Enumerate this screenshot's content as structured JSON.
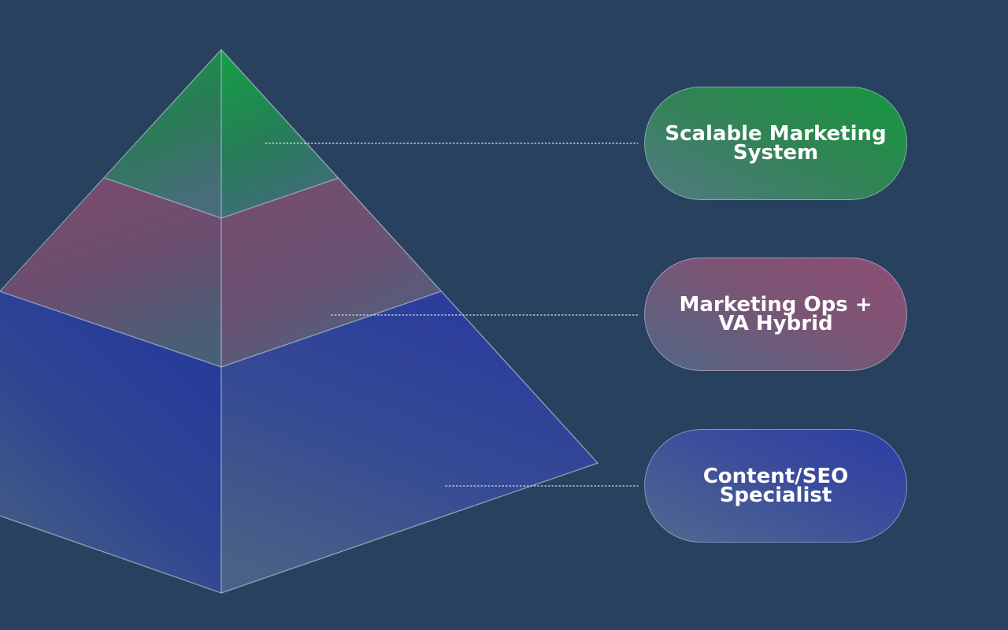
{
  "diagram": {
    "type": "pyramid",
    "tiers": [
      {
        "label": "Scalable Marketing\nSystem",
        "color": "#15983f"
      },
      {
        "label": "Marketing Ops +\nVA Hybrid",
        "color": "#8d4d74"
      },
      {
        "label": "Content/SEO\nSpecialist",
        "color": "#2b3ea3"
      }
    ]
  },
  "colors": {
    "background": "#27415e",
    "connector": "#d7e0ea",
    "edge": "#a9b8cc"
  }
}
